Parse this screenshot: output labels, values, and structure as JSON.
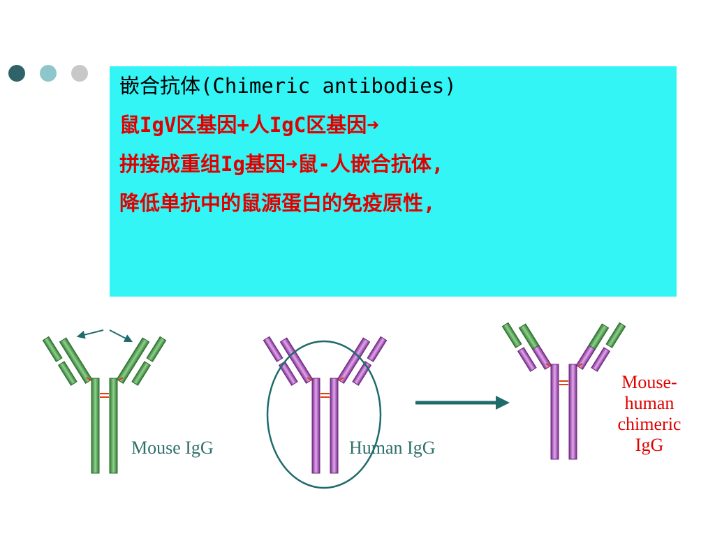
{
  "decor": {
    "dot_colors": [
      "#2f6368",
      "#8fc6cc",
      "#c8c8c8"
    ]
  },
  "textbox": {
    "background": "#33f5f5",
    "title": "嵌合抗体(Chimeric antibodies)",
    "line2": "鼠IgV区基因+人IgC区基因➜",
    "line3": "拼接成重组Ig基因➜鼠-人嵌合抗体,",
    "line4": "降低单抗中的鼠源蛋白的免疫原性,"
  },
  "diagram": {
    "mouse_label": "Mouse IgG",
    "human_label": "Human IgG",
    "chimeric_label": [
      "Mouse-",
      "human",
      "chimeric",
      "IgG"
    ],
    "colors": {
      "mouse": "#4a9a4a",
      "human": "#a04ab8",
      "label": "#2e6f6a",
      "disulfide": "#e04010",
      "chimeric_text": "#e00000"
    }
  }
}
